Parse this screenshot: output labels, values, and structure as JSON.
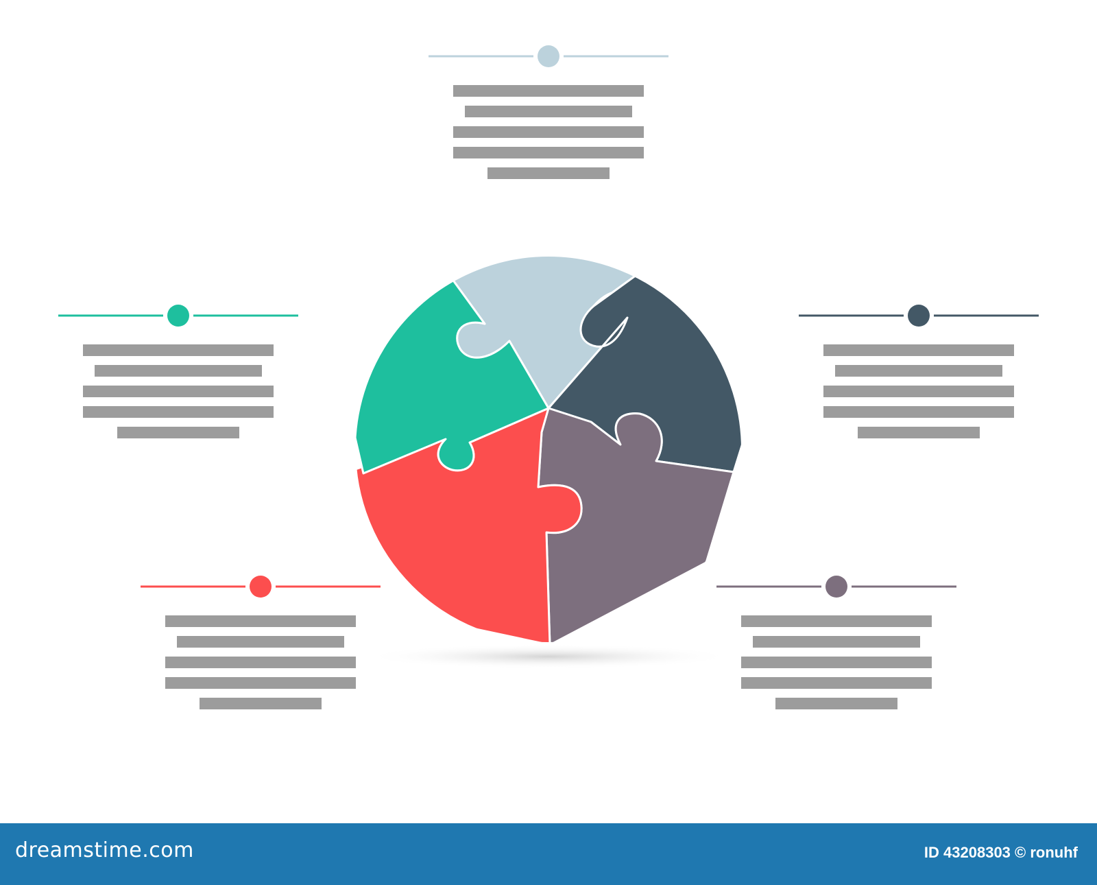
{
  "diagram": {
    "type": "puzzle-circle-infographic",
    "pieces": [
      {
        "name": "top",
        "color": "#bcd2dc"
      },
      {
        "name": "right",
        "color": "#435866"
      },
      {
        "name": "bottom-right",
        "color": "#7d6f7e"
      },
      {
        "name": "bottom-left",
        "color": "#fc4e4e"
      },
      {
        "name": "left",
        "color": "#1ebf9e"
      }
    ],
    "callouts": [
      {
        "position": "top",
        "color": "#bcd2dc"
      },
      {
        "position": "left",
        "color": "#1ebf9e"
      },
      {
        "position": "right",
        "color": "#435866"
      },
      {
        "position": "bottom-left",
        "color": "#fc4e4e"
      },
      {
        "position": "bottom-right",
        "color": "#7d6f7e"
      }
    ],
    "placeholder_bar_color": "#9c9c9c"
  },
  "footer": {
    "brand": "dreamstime.com",
    "credit": "ID 43208303 © ronuhf",
    "background": "#1f78b0"
  }
}
